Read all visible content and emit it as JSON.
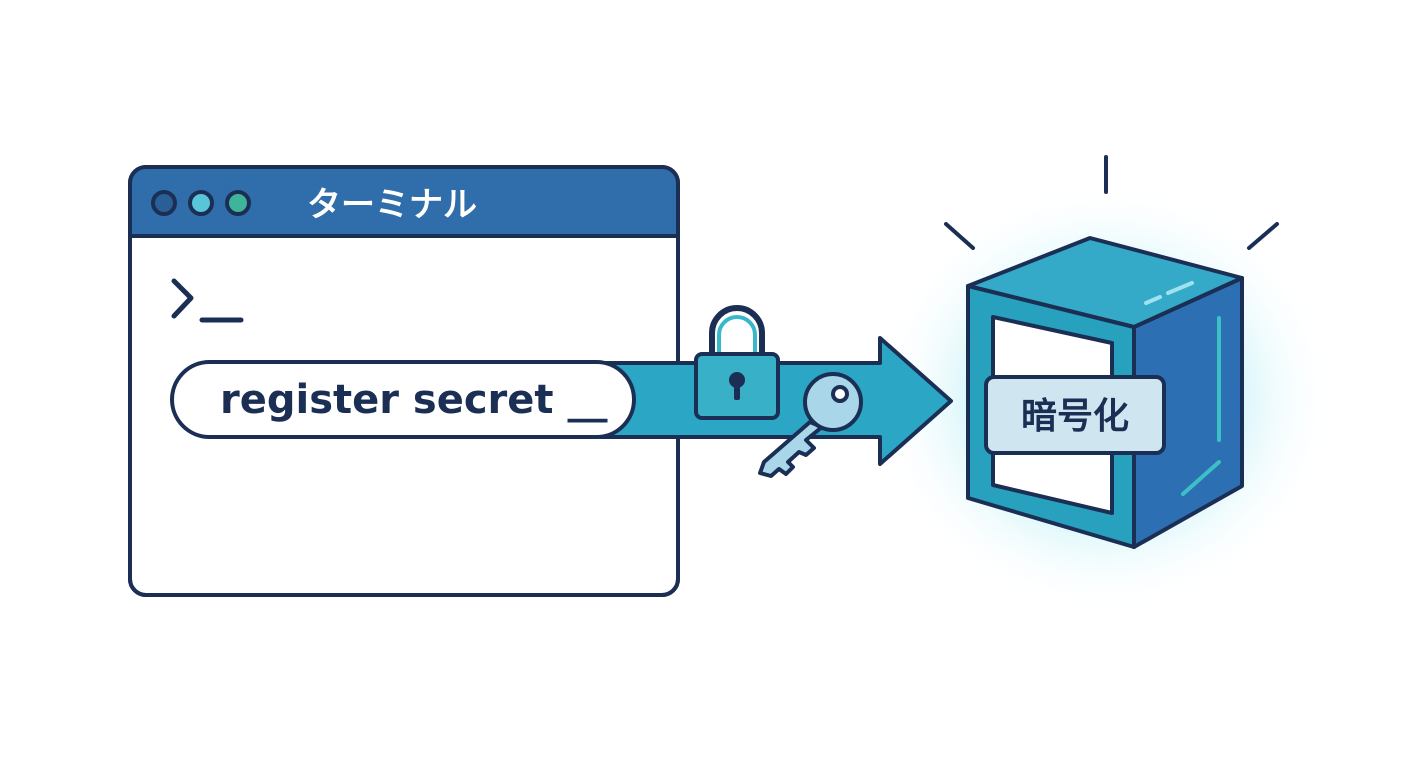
{
  "terminal": {
    "title": "ターミナル",
    "prompt_symbol": ">_",
    "command": "register secret __"
  },
  "vault": {
    "label": "暗号化"
  },
  "icons": {
    "window_dots": [
      "dot-icon",
      "dot-icon",
      "dot-icon"
    ],
    "lock": "padlock-icon",
    "key": "key-icon",
    "arrow": "arrow-right-icon",
    "vault": "cube-vault-icon"
  },
  "colors": {
    "outline": "#1b2f55",
    "title_bar": "#2f6eaa",
    "teal": "#2ba6c4",
    "teal_light": "#38b8c9",
    "cube_front": "#27a1bd",
    "cube_side": "#2c6fb2",
    "cube_top": "#34a9c8",
    "label_bg": "#cfe6f0",
    "glow": "#7fe0ef",
    "white": "#ffffff"
  }
}
